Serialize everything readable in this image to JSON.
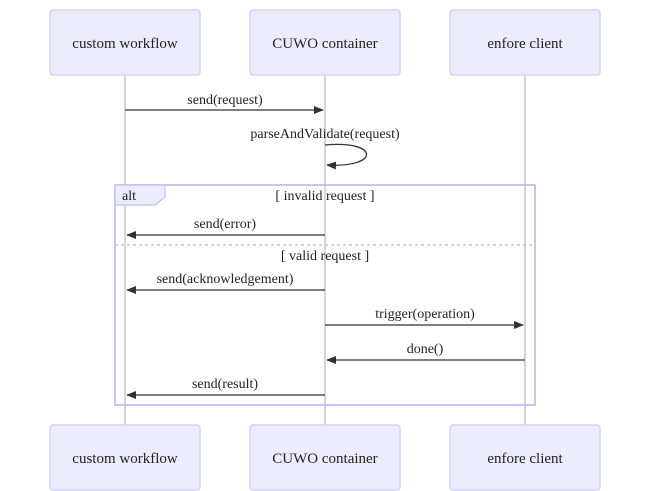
{
  "actors": [
    {
      "id": "a1",
      "label": "custom workflow"
    },
    {
      "id": "a2",
      "label": "CUWO container"
    },
    {
      "id": "a3",
      "label": "enfore client"
    }
  ],
  "messages": [
    {
      "label": "send(request)"
    },
    {
      "label": "parseAndValidate(request)"
    },
    {
      "label": "send(error)"
    },
    {
      "label": "send(acknowledgement)"
    },
    {
      "label": "trigger(operation)"
    },
    {
      "label": "done()"
    },
    {
      "label": "send(result)"
    }
  ],
  "alt": {
    "keyword": "alt",
    "conditions": [
      "[ invalid request ]",
      "[ valid request ]"
    ]
  }
}
